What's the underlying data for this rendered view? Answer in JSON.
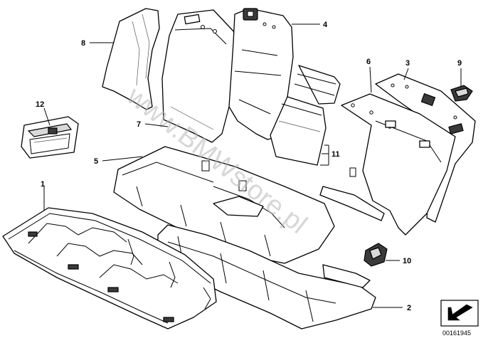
{
  "diagram": {
    "callouts": [
      "1",
      "2",
      "3",
      "4",
      "5",
      "6",
      "7",
      "8",
      "9",
      "10",
      "11",
      "12"
    ],
    "watermark": "www.BMWstore.pl",
    "catalog_number": "00161945"
  }
}
